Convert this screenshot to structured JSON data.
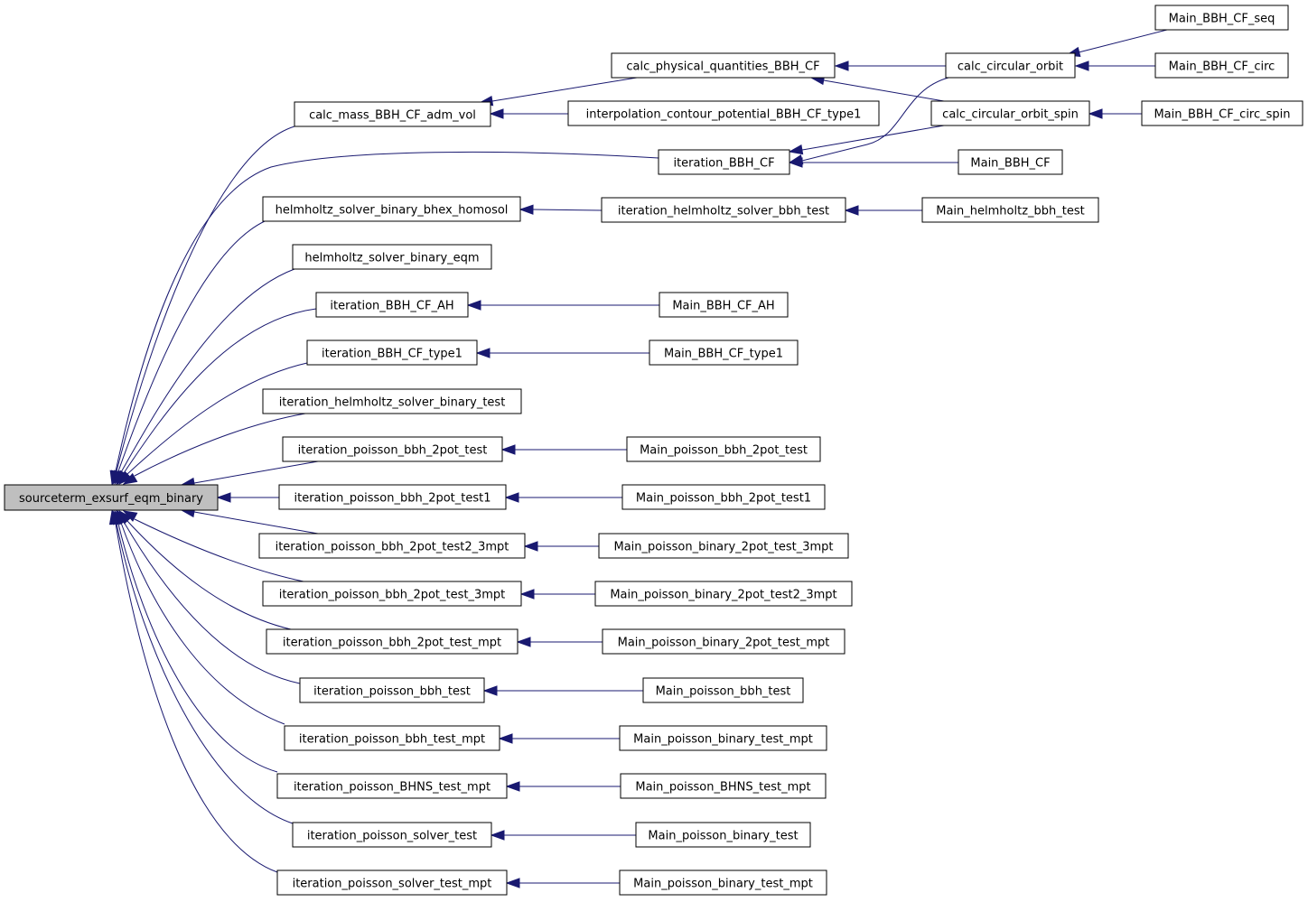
{
  "root": "n0",
  "nodes": [
    {
      "id": "n0",
      "label": "sourceterm_exsurf_eqm_binary"
    },
    {
      "id": "n1",
      "label": "calc_mass_BBH_CF_adm_vol"
    },
    {
      "id": "n2",
      "label": "calc_physical_quantities_BBH_CF"
    },
    {
      "id": "n3",
      "label": "calc_circular_orbit"
    },
    {
      "id": "n4",
      "label": "Main_BBH_CF_seq"
    },
    {
      "id": "n5",
      "label": "Main_BBH_CF_circ"
    },
    {
      "id": "n6",
      "label": "calc_circular_orbit_spin"
    },
    {
      "id": "n7",
      "label": "Main_BBH_CF_circ_spin"
    },
    {
      "id": "n8",
      "label": "interpolation_contour_potential_BBH_CF_type1"
    },
    {
      "id": "n9",
      "label": "iteration_BBH_CF"
    },
    {
      "id": "n10",
      "label": "Main_BBH_CF"
    },
    {
      "id": "n11",
      "label": "helmholtz_solver_binary_bhex_homosol"
    },
    {
      "id": "n12",
      "label": "iteration_helmholtz_solver_bbh_test"
    },
    {
      "id": "n13",
      "label": "Main_helmholtz_bbh_test"
    },
    {
      "id": "n14",
      "label": "helmholtz_solver_binary_eqm"
    },
    {
      "id": "n15",
      "label": "iteration_BBH_CF_AH"
    },
    {
      "id": "n16",
      "label": "Main_BBH_CF_AH"
    },
    {
      "id": "n17",
      "label": "iteration_BBH_CF_type1"
    },
    {
      "id": "n18",
      "label": "Main_BBH_CF_type1"
    },
    {
      "id": "n19",
      "label": "iteration_helmholtz_solver_binary_test"
    },
    {
      "id": "n20",
      "label": "iteration_poisson_bbh_2pot_test"
    },
    {
      "id": "n21",
      "label": "Main_poisson_bbh_2pot_test"
    },
    {
      "id": "n22",
      "label": "iteration_poisson_bbh_2pot_test1"
    },
    {
      "id": "n23",
      "label": "Main_poisson_bbh_2pot_test1"
    },
    {
      "id": "n24",
      "label": "iteration_poisson_bbh_2pot_test2_3mpt"
    },
    {
      "id": "n25",
      "label": "Main_poisson_binary_2pot_test_3mpt"
    },
    {
      "id": "n26",
      "label": "iteration_poisson_bbh_2pot_test_3mpt"
    },
    {
      "id": "n27",
      "label": "Main_poisson_binary_2pot_test2_3mpt"
    },
    {
      "id": "n28",
      "label": "iteration_poisson_bbh_2pot_test_mpt"
    },
    {
      "id": "n29",
      "label": "Main_poisson_binary_2pot_test_mpt"
    },
    {
      "id": "n30",
      "label": "iteration_poisson_bbh_test"
    },
    {
      "id": "n31",
      "label": "Main_poisson_bbh_test"
    },
    {
      "id": "n32",
      "label": "iteration_poisson_bbh_test_mpt"
    },
    {
      "id": "n33",
      "label": "Main_poisson_binary_test_mpt"
    },
    {
      "id": "n34",
      "label": "iteration_poisson_BHNS_test_mpt"
    },
    {
      "id": "n35",
      "label": "Main_poisson_BHNS_test_mpt"
    },
    {
      "id": "n36",
      "label": "iteration_poisson_solver_test"
    },
    {
      "id": "n37",
      "label": "Main_poisson_binary_test"
    },
    {
      "id": "n38",
      "label": "iteration_poisson_solver_test_mpt"
    },
    {
      "id": "n39",
      "label": "Main_poisson_binary_test_mpt"
    }
  ],
  "edges": [
    {
      "from": "n1",
      "to": "n0"
    },
    {
      "from": "n2",
      "to": "n1"
    },
    {
      "from": "n3",
      "to": "n2"
    },
    {
      "from": "n4",
      "to": "n3"
    },
    {
      "from": "n5",
      "to": "n3"
    },
    {
      "from": "n6",
      "to": "n2"
    },
    {
      "from": "n7",
      "to": "n6"
    },
    {
      "from": "n8",
      "to": "n1"
    },
    {
      "from": "n9",
      "to": "n0"
    },
    {
      "from": "n3",
      "to": "n9"
    },
    {
      "from": "n6",
      "to": "n9"
    },
    {
      "from": "n10",
      "to": "n9"
    },
    {
      "from": "n11",
      "to": "n0"
    },
    {
      "from": "n12",
      "to": "n11"
    },
    {
      "from": "n13",
      "to": "n12"
    },
    {
      "from": "n14",
      "to": "n0"
    },
    {
      "from": "n15",
      "to": "n0"
    },
    {
      "from": "n16",
      "to": "n15"
    },
    {
      "from": "n17",
      "to": "n0"
    },
    {
      "from": "n18",
      "to": "n17"
    },
    {
      "from": "n19",
      "to": "n0"
    },
    {
      "from": "n20",
      "to": "n0"
    },
    {
      "from": "n21",
      "to": "n20"
    },
    {
      "from": "n22",
      "to": "n0"
    },
    {
      "from": "n23",
      "to": "n22"
    },
    {
      "from": "n24",
      "to": "n0"
    },
    {
      "from": "n25",
      "to": "n24"
    },
    {
      "from": "n26",
      "to": "n0"
    },
    {
      "from": "n27",
      "to": "n26"
    },
    {
      "from": "n28",
      "to": "n0"
    },
    {
      "from": "n29",
      "to": "n28"
    },
    {
      "from": "n30",
      "to": "n0"
    },
    {
      "from": "n31",
      "to": "n30"
    },
    {
      "from": "n32",
      "to": "n0"
    },
    {
      "from": "n33",
      "to": "n32"
    },
    {
      "from": "n34",
      "to": "n0"
    },
    {
      "from": "n35",
      "to": "n34"
    },
    {
      "from": "n36",
      "to": "n0"
    },
    {
      "from": "n37",
      "to": "n36"
    },
    {
      "from": "n38",
      "to": "n0"
    },
    {
      "from": "n39",
      "to": "n38"
    }
  ],
  "colors": {
    "edge": "#191970",
    "root_fill": "#bfbfbf",
    "node_fill": "#ffffff",
    "node_border": "#000000"
  }
}
